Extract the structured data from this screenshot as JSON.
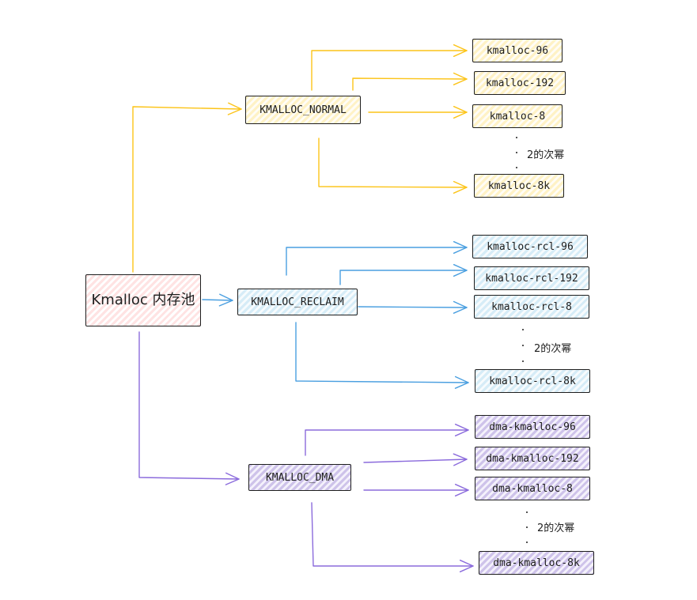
{
  "colors": {
    "yellow_edge": "#fcc419",
    "blue_edge": "#4a9fe0",
    "purple_edge": "#8b6bdc",
    "root_fill": "#ffe3e3",
    "normal_fill": "#fff2c6",
    "reclaim_fill": "#d6ecf7",
    "dma_fill": "#cec3ea",
    "stroke": "#1e1e1e"
  },
  "root": {
    "label": "Kmalloc 内存池"
  },
  "groups": {
    "normal": {
      "label": "KMALLOC_NORMAL",
      "caches": [
        "kmalloc-96",
        "kmalloc-192",
        "kmalloc-8",
        "kmalloc-8k"
      ],
      "ellipsis_note": "2的次幂"
    },
    "reclaim": {
      "label": "KMALLOC_RECLAIM",
      "caches": [
        "kmalloc-rcl-96",
        "kmalloc-rcl-192",
        "kmalloc-rcl-8",
        "kmalloc-rcl-8k"
      ],
      "ellipsis_note": "2的次幂"
    },
    "dma": {
      "label": "KMALLOC_DMA",
      "caches": [
        "dma-kmalloc-96",
        "dma-kmalloc-192",
        "dma-kmalloc-8",
        "dma-kmalloc-8k"
      ],
      "ellipsis_note": "2的次幂"
    }
  }
}
